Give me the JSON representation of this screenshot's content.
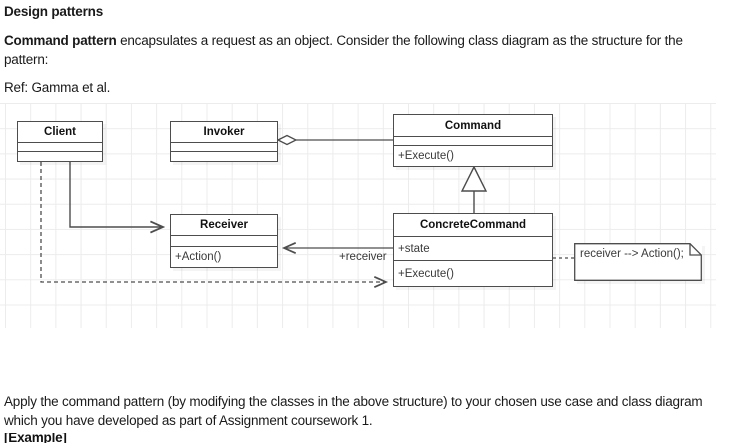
{
  "document": {
    "heading": "Design patterns",
    "paragraph_bold_lead": "Command pattern",
    "paragraph_rest": " encapsulates a request as an object.  Consider the following class diagram as the structure for the pattern:",
    "reference": "Ref:  Gamma et al.",
    "closing": "Apply the command pattern (by modifying the classes in the above structure) to your chosen use case and class diagram which you have developed as part of Assignment coursework 1.",
    "cutoff_text": "[Example]"
  },
  "diagram": {
    "type": "uml-class-diagram",
    "classes": [
      {
        "id": "client",
        "name": "Client",
        "attributes": [],
        "operations": []
      },
      {
        "id": "invoker",
        "name": "Invoker",
        "attributes": [],
        "operations": []
      },
      {
        "id": "command",
        "name": "Command",
        "attributes": [],
        "operations": [
          "+Execute()"
        ]
      },
      {
        "id": "receiver",
        "name": "Receiver",
        "attributes": [],
        "operations": [
          "+Action()"
        ]
      },
      {
        "id": "concrete_command",
        "name": "ConcreteCommand",
        "attributes": [
          "+state"
        ],
        "operations": [
          "+Execute()"
        ]
      }
    ],
    "note": {
      "text": "receiver --> Action();"
    },
    "edge_labels": [
      {
        "id": "receiver_role",
        "text": "+receiver"
      }
    ],
    "relationships": [
      {
        "from": "invoker",
        "to": "command",
        "kind": "aggregation"
      },
      {
        "from": "concrete_command",
        "to": "command",
        "kind": "generalization"
      },
      {
        "from": "client",
        "to": "receiver",
        "kind": "association"
      },
      {
        "from": "client",
        "to": "concrete_command",
        "kind": "dependency"
      },
      {
        "from": "concrete_command",
        "to": "receiver",
        "kind": "association",
        "label": "+receiver"
      },
      {
        "from": "note",
        "to": "concrete_command",
        "kind": "note-anchor"
      }
    ],
    "colors": {
      "line": "#4d4d4d",
      "grid": "#ececec",
      "box_fill": "#ffffff",
      "text": "#333333"
    }
  }
}
